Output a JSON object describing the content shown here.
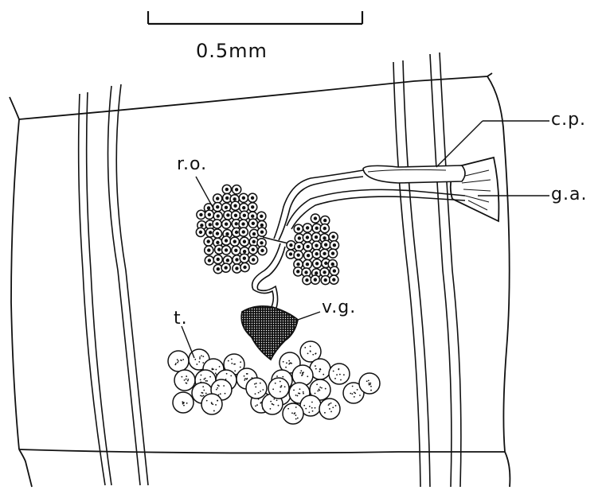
{
  "scale_bar": {
    "label": "0.5mm"
  },
  "labels": {
    "cp": "c.p.",
    "ga": "g.a.",
    "ro": "r.o.",
    "vg": "v.g.",
    "t": "t."
  },
  "colors": {
    "ink": "#111111",
    "paper": "#ffffff"
  }
}
